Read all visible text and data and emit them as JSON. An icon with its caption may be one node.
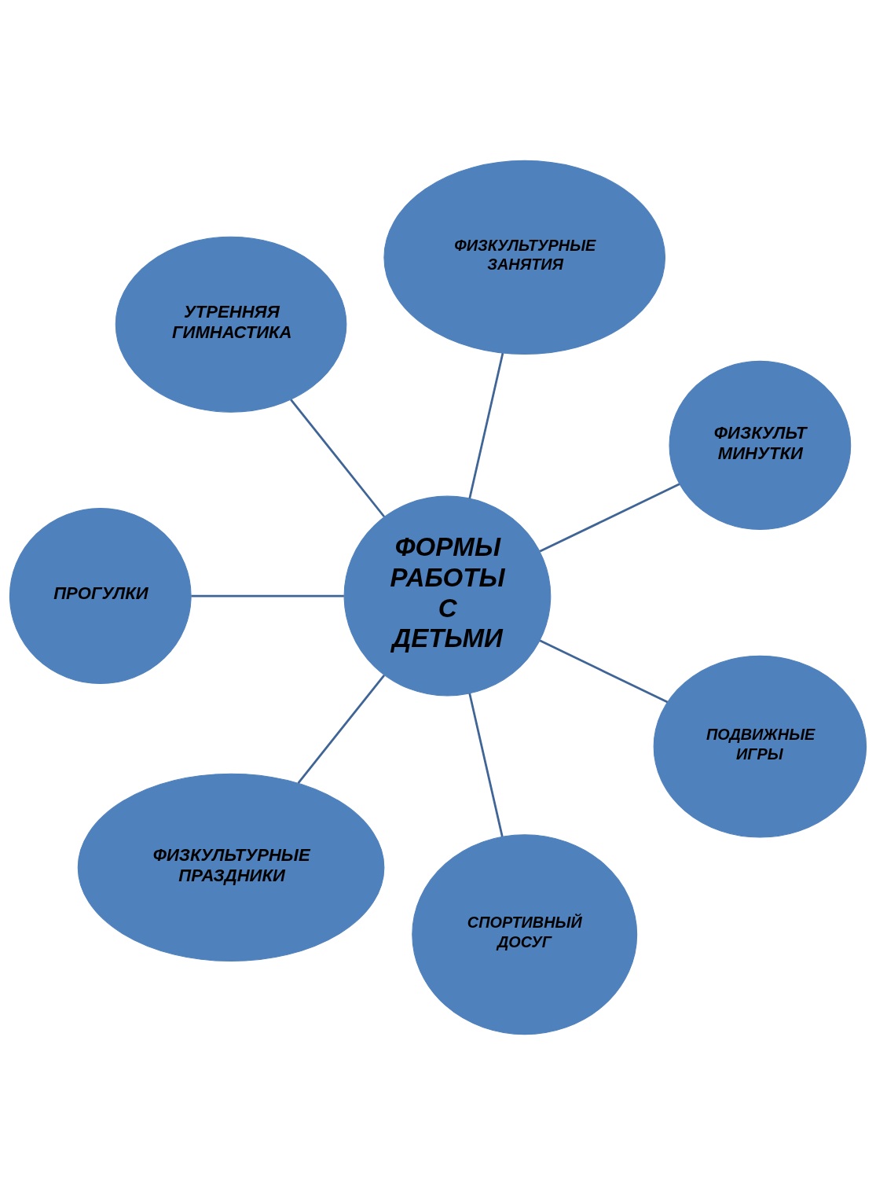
{
  "diagram": {
    "nodes": [
      {
        "text": [
          "УТРЕННЯЯ ГИМНАСТИКА"
        ]
      },
      {
        "text": [
          "ФИЗКУЛЬТУРНЫЕ ЗАНЯТИЯ"
        ]
      },
      {
        "text": [
          "ПРОГУЛКИ"
        ]
      },
      {
        "text": [
          "ФОРМЫ РАБОТЫ С ДЕТЬМИ"
        ]
      },
      {
        "text": [
          "ФИЗКУЛЬТ МИНУТКИ"
        ]
      },
      {
        "text": [
          "ФИЗКУЛЬТУРНЫЕ ПРАЗДНИКИ"
        ]
      },
      {
        "text": [
          "ПОДВИЖНЫЕ ИГРЫ"
        ]
      },
      {
        "text": [
          "СПОРТИВНЫЙ ДОСУГ"
        ]
      }
    ],
    "edges": [
      {
        "from": 3,
        "to": 0,
        "arrow": "none"
      },
      {
        "from": 3,
        "to": 1,
        "arrow": "none"
      },
      {
        "from": 3,
        "to": 2,
        "arrow": "none"
      },
      {
        "from": 3,
        "to": 4,
        "arrow": "none"
      },
      {
        "from": 3,
        "to": 5,
        "arrow": "none"
      },
      {
        "from": 3,
        "to": 6,
        "arrow": "none"
      },
      {
        "from": 3,
        "to": 7,
        "arrow": "none"
      }
    ]
  }
}
